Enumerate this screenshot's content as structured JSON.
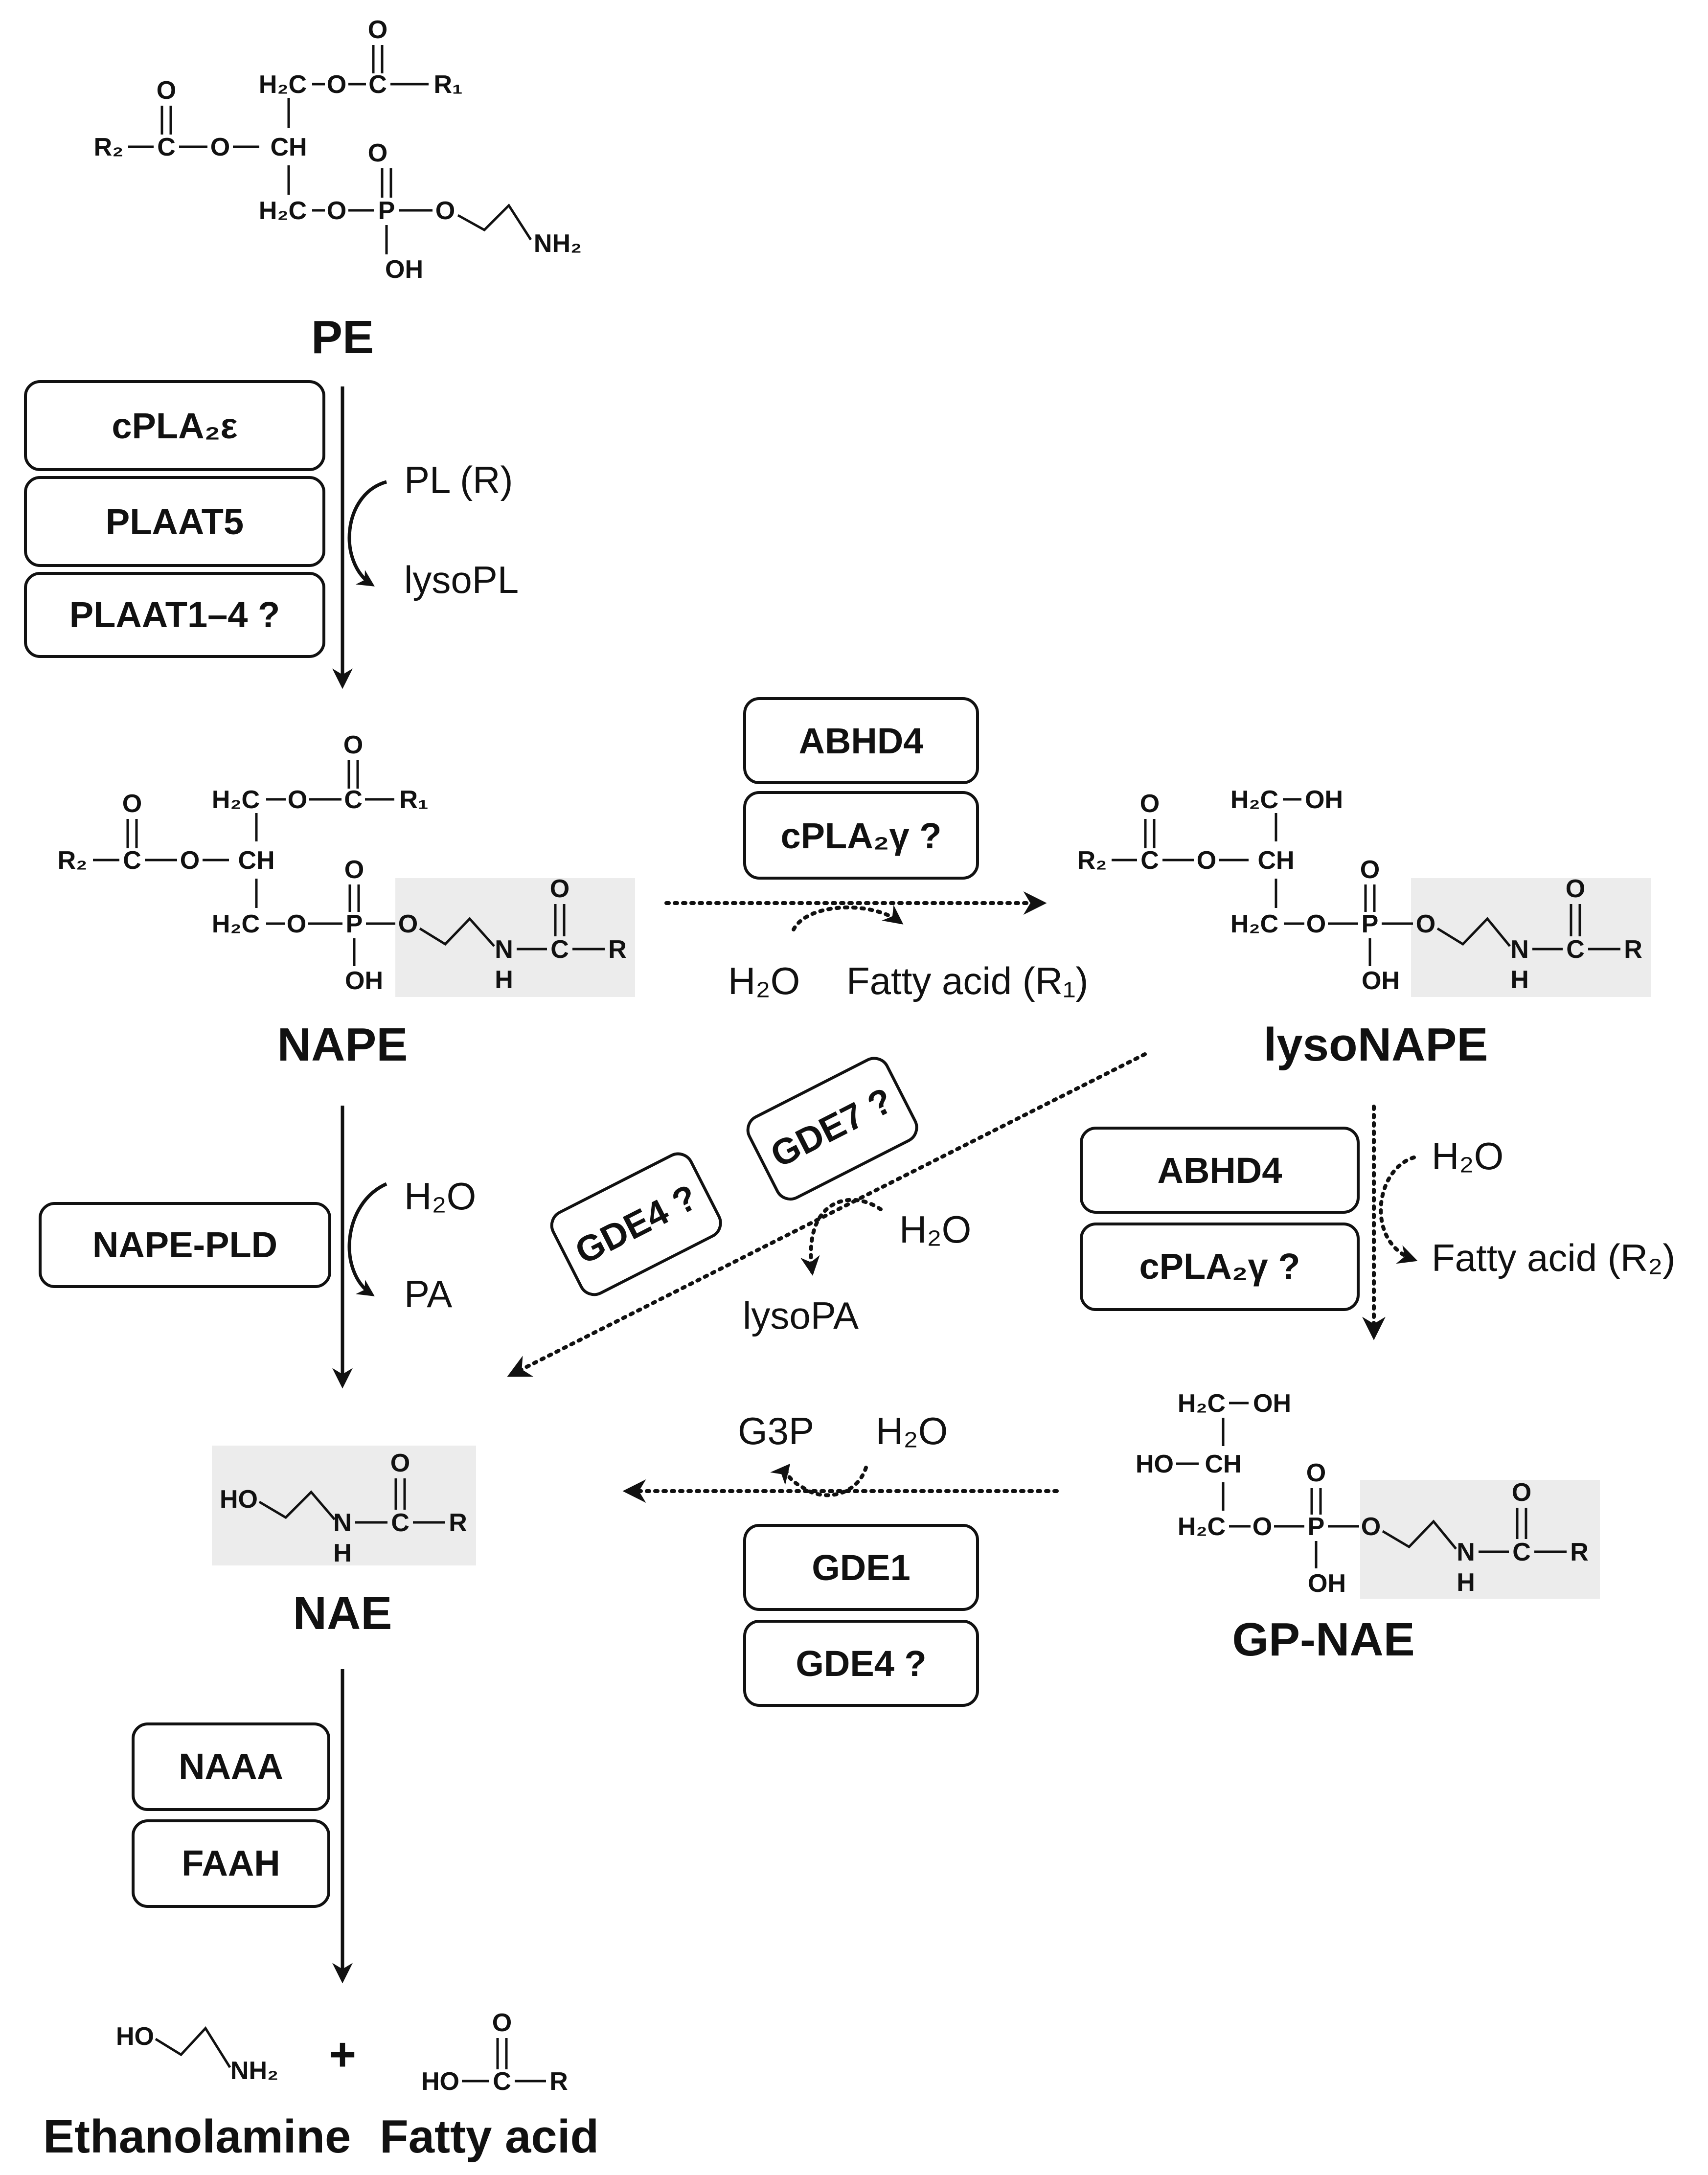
{
  "compounds": {
    "pe": "PE",
    "nape": "NAPE",
    "lysonape": "lysoNAPE",
    "nae": "NAE",
    "gpnae": "GP-NAE",
    "ethanolamine": "Ethanolamine",
    "fatty_acid": "Fatty acid"
  },
  "enzymes": {
    "cpla2e": "cPLA₂ε",
    "plaat5": "PLAAT5",
    "plaat14": "PLAAT1–4 ?",
    "abhd4_top": "ABHD4",
    "cpla2g_top": "cPLA₂γ ?",
    "napepld": "NAPE-PLD",
    "gde4_diag": "GDE4 ?",
    "gde7": "GDE7 ?",
    "abhd4_right": "ABHD4",
    "cpla2g_right": "cPLA₂γ ?",
    "gde1": "GDE1",
    "gde4_bottom": "GDE4 ?",
    "naaa": "NAAA",
    "faah": "FAAH"
  },
  "side_labels": {
    "pl_r": "PL (R)",
    "lysopl": "lysoPL",
    "h2o_top": "H₂O",
    "fa_r1": "Fatty acid (R₁)",
    "h2o_napepld": "H₂O",
    "pa": "PA",
    "h2o_gde7": "H₂O",
    "lysopa": "lysoPA",
    "h2o_right": "H₂O",
    "fa_r2": "Fatty acid (R₂)",
    "g3p": "G3P",
    "h2o_gde1": "H₂O",
    "plus": "+"
  },
  "atoms": {
    "o": "O",
    "c": "C",
    "h2c": "H₂C",
    "ch": "CH",
    "r1": "R₁",
    "r2": "R₂",
    "p": "P",
    "oh": "OH",
    "nh2": "NH₂",
    "n": "N",
    "h": "H",
    "r": "R",
    "ho": "HO"
  }
}
